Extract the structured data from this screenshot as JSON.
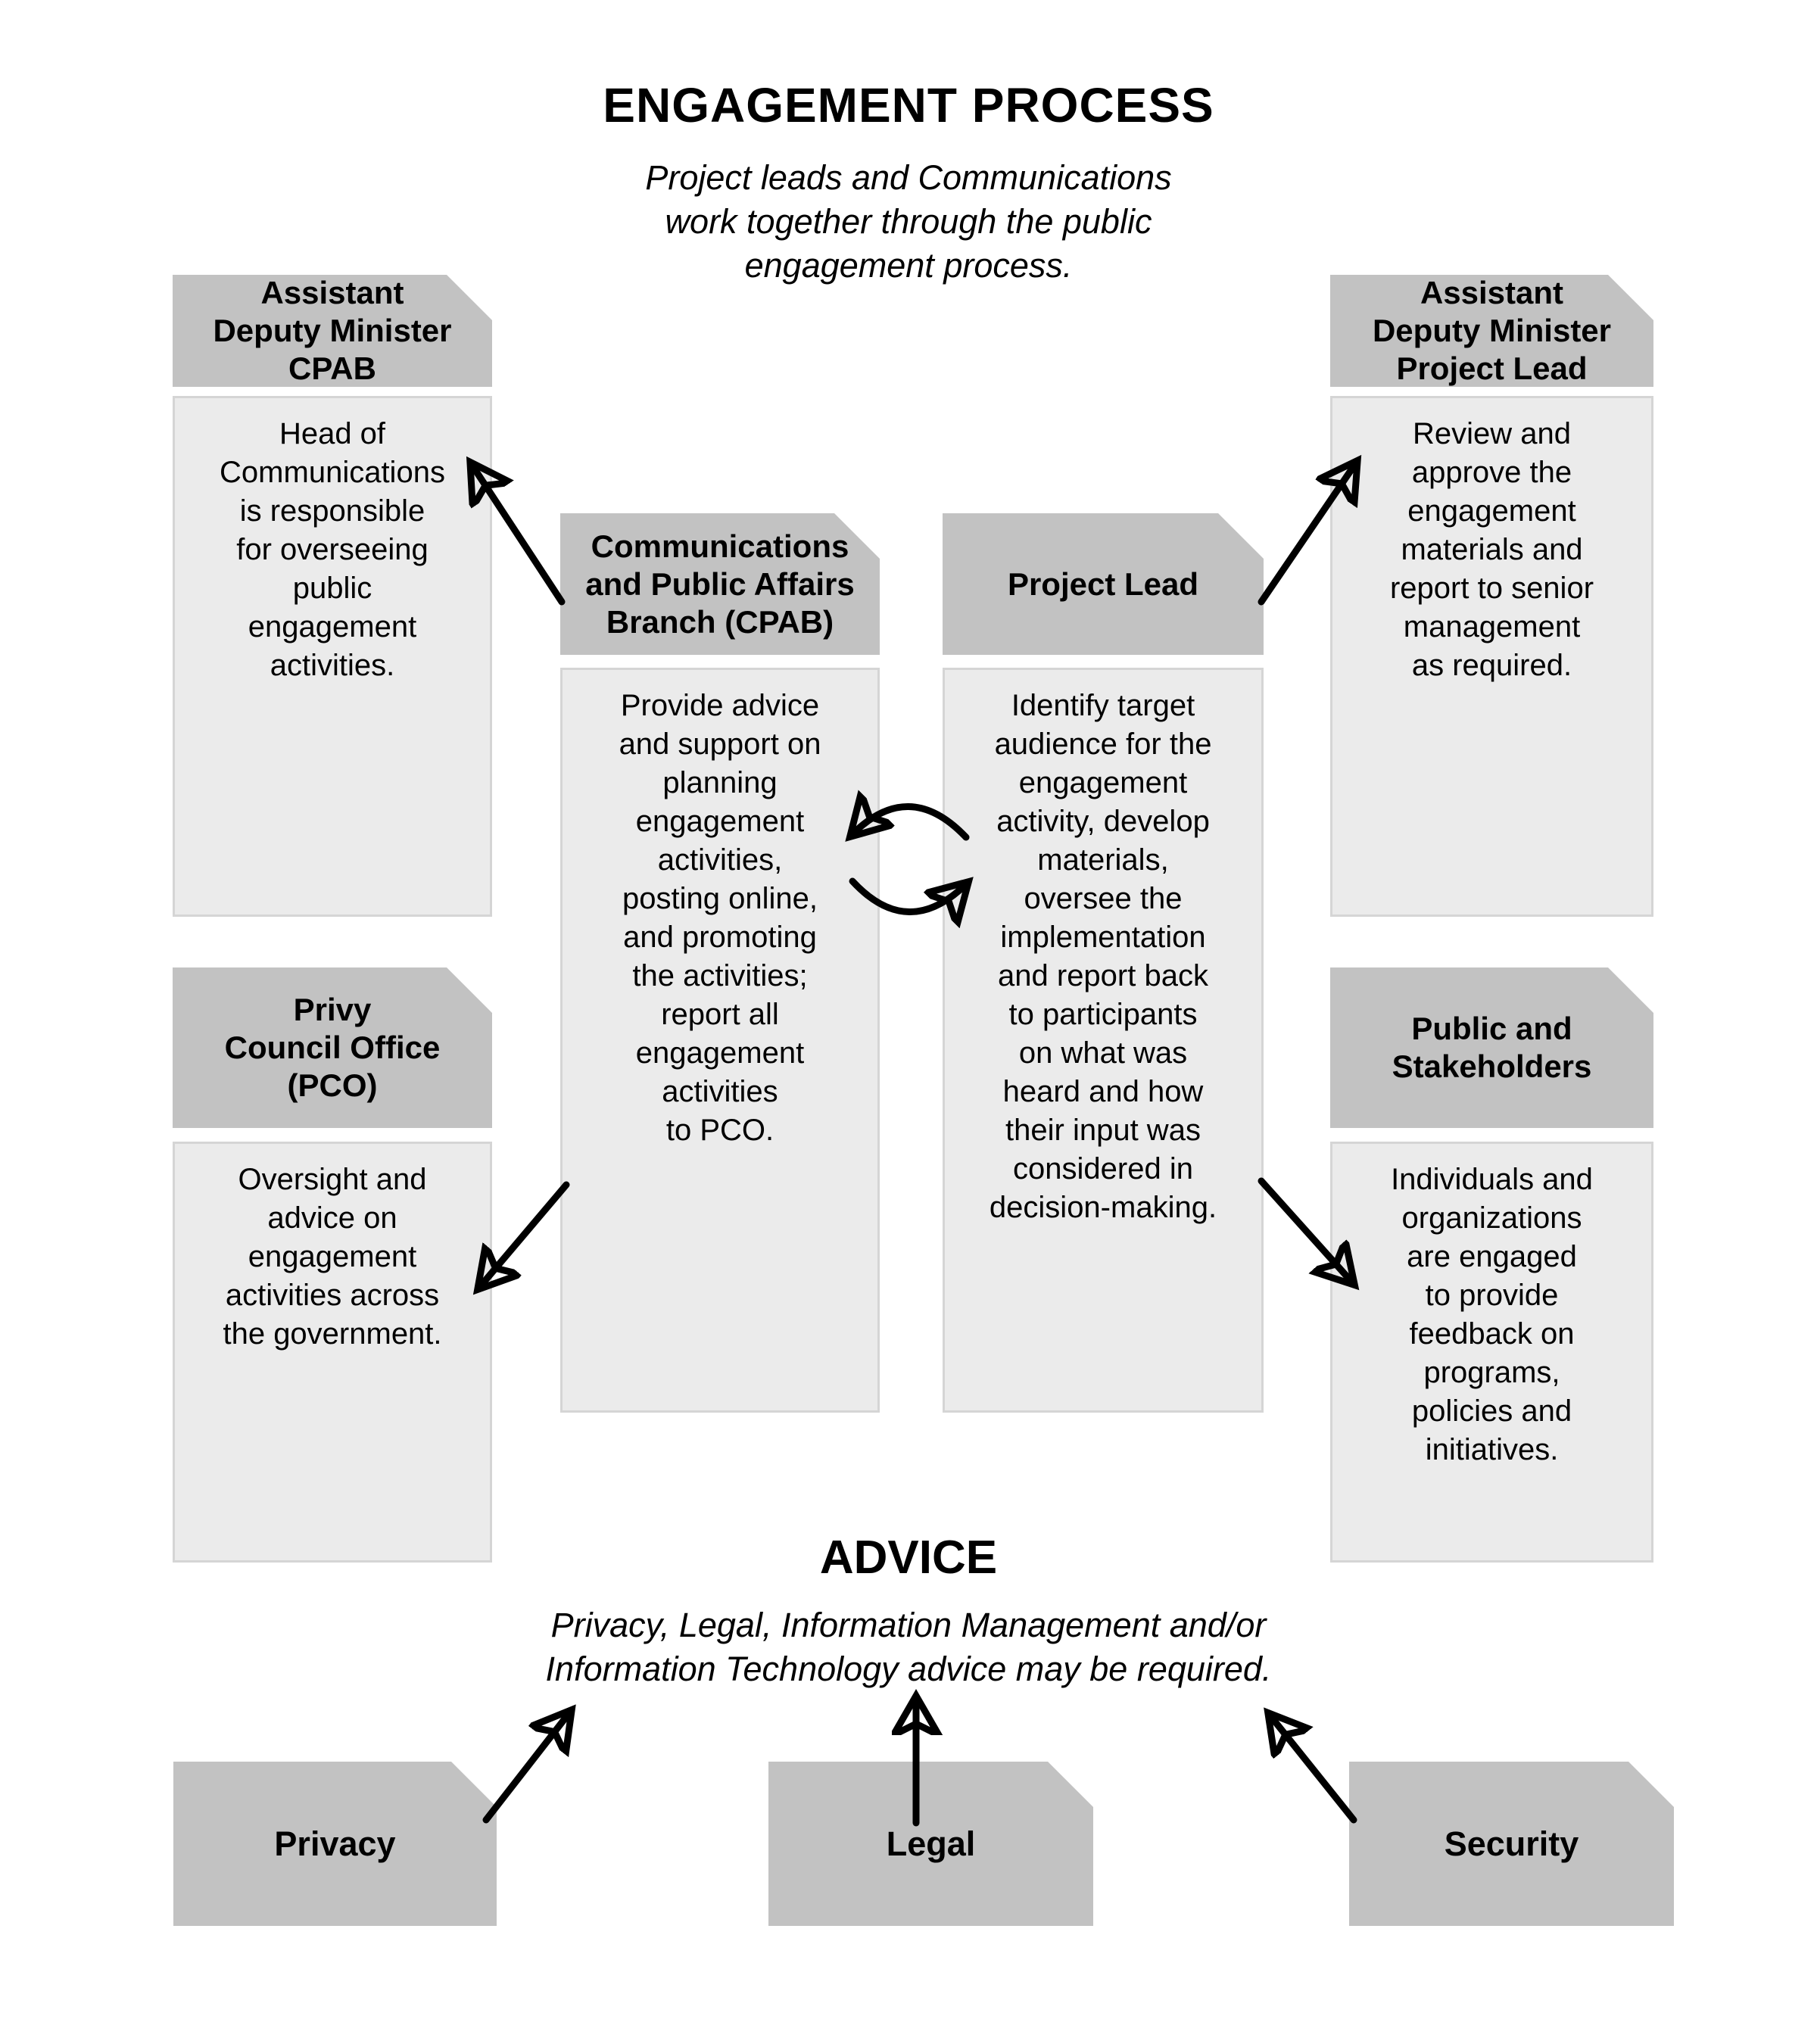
{
  "title": "ENGAGEMENT PROCESS",
  "subtitle": "Project leads and Communications\nwork together through the public\nengagement process.",
  "nodes": {
    "adm_cpab": {
      "header": "Assistant\nDeputy Minister\nCPAB",
      "body": "Head of\nCommunications\nis responsible\nfor overseeing\npublic\nengagement\nactivities."
    },
    "cpab": {
      "header": "Communications\nand Public Affairs\nBranch (CPAB)",
      "body": "Provide advice\nand support on\nplanning\nengagement\nactivities,\nposting online,\nand promoting\nthe activities;\nreport all\nengagement\nactivities\nto PCO."
    },
    "project_lead": {
      "header": "Project Lead",
      "body": "Identify target\naudience for the\nengagement\nactivity, develop\nmaterials,\noversee the\nimplementation\nand report back\nto participants\non what was\nheard and how\ntheir input was\nconsidered in\ndecision-making."
    },
    "adm_project_lead": {
      "header": "Assistant\nDeputy Minister\nProject Lead",
      "body": "Review and\napprove the\nengagement\nmaterials and\nreport to senior\nmanagement\nas required."
    },
    "pco": {
      "header": "Privy\nCouncil Office\n(PCO)",
      "body": "Oversight and\nadvice on\nengagement\nactivities across\nthe government."
    },
    "public_stakeholders": {
      "header": "Public and\nStakeholders",
      "body": "Individuals and\norganizations\nare engaged\nto provide\nfeedback on\nprograms,\npolicies and\ninitiatives."
    }
  },
  "advice": {
    "title": "ADVICE",
    "subtitle": "Privacy, Legal, Information Management and/or\nInformation Technology advice may be required.",
    "sources": [
      {
        "label": "Privacy"
      },
      {
        "label": "Legal"
      },
      {
        "label": "Security"
      }
    ]
  },
  "connections": [
    {
      "from": "cpab",
      "to": "adm_cpab",
      "style": "straight"
    },
    {
      "from": "project_lead",
      "to": "adm_project_lead",
      "style": "straight"
    },
    {
      "from": "cpab",
      "to": "pco",
      "style": "straight"
    },
    {
      "from": "project_lead",
      "to": "public_stakeholders",
      "style": "straight"
    },
    {
      "from": "project_lead",
      "to": "cpab",
      "style": "curved"
    },
    {
      "from": "cpab",
      "to": "project_lead",
      "style": "curved"
    },
    {
      "from": "privacy",
      "to": "advice",
      "style": "straight"
    },
    {
      "from": "legal",
      "to": "advice",
      "style": "straight"
    },
    {
      "from": "security",
      "to": "advice",
      "style": "straight"
    }
  ],
  "colors": {
    "header_fill": "#c2c2c2",
    "body_fill": "#ebebeb",
    "body_border": "#d5d5d5",
    "ink": "#000000",
    "bg": "#ffffff"
  }
}
